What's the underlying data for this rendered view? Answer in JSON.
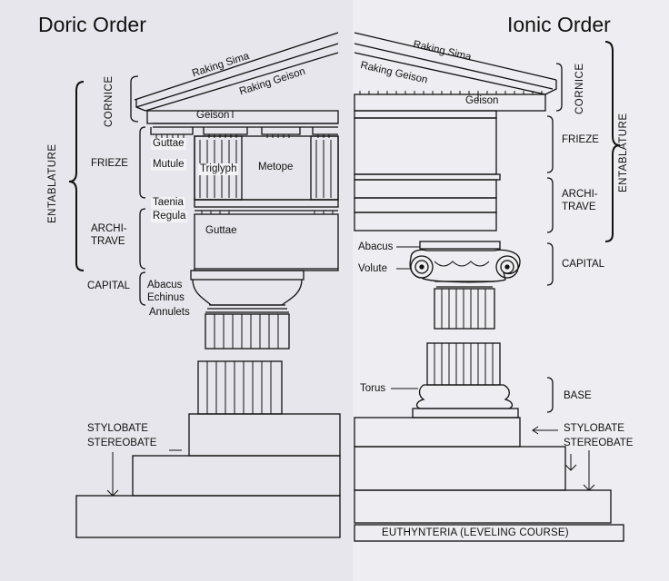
{
  "headings": {
    "doric": "Doric Order",
    "ionic": "Ionic Order"
  },
  "labels": {
    "raking_sima_left": "Raking Sima",
    "raking_geison_left": "Raking Geison",
    "geison_left": "Geison",
    "cornice_left": "CORNICE",
    "entablature_left": "ENTABLATURE",
    "frieze_left": "FRIEZE",
    "architrave_left_1": "ARCHI-",
    "architrave_left_2": "TRAVE",
    "capital_left": "CAPITAL",
    "guttae_top": "Guttae",
    "mutule": "Mutule",
    "triglyph": "Triglyph",
    "metope": "Metope",
    "taenia": "Taenia",
    "regula": "Regula",
    "guttae_bottom": "Guttae",
    "abacus_left": "Abacus",
    "echinus": "Echinus",
    "annulets": "Annulets",
    "stylobate_left": "STYLOBATE",
    "stereobate_left": "STEREOBATE",
    "raking_sima_right": "Raking Sima",
    "raking_geison_right": "Raking Geison",
    "geison_right": "Geison",
    "cornice_right": "CORNICE",
    "entablature_right": "ENTABLATURE",
    "frieze_right": "FRIEZE",
    "architrave_right_1": "ARCHI-",
    "architrave_right_2": "TRAVE",
    "capital_right": "CAPITAL",
    "abacus_right": "Abacus",
    "volute": "Volute",
    "torus": "Torus",
    "base": "BASE",
    "stylobate_right": "STYLOBATE",
    "stereobate_right": "STEREOBATE",
    "euthynteria": "EUTHYNTERIA (LEVELING COURSE)"
  }
}
